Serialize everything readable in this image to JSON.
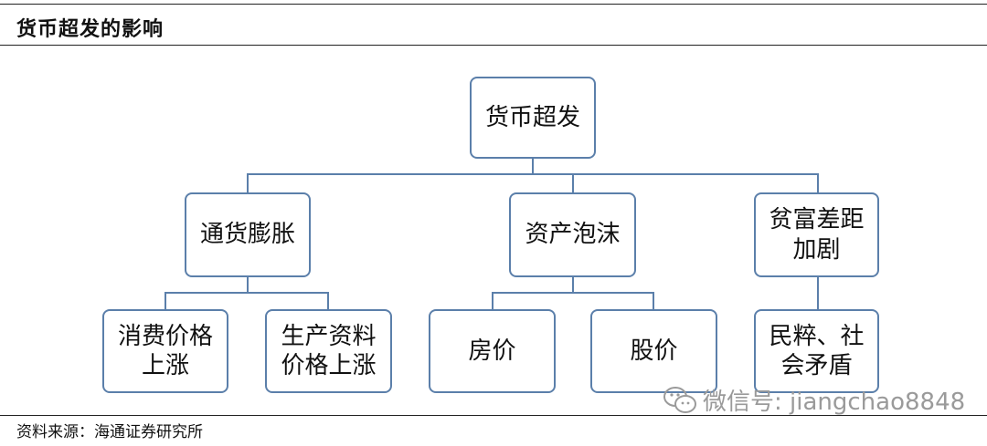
{
  "title": "货币超发的影响",
  "source": "资料来源：海通证券研究所",
  "watermark": "微信号: jiangchao8848",
  "nodes": {
    "root": "货币超发",
    "inflation": "通货膨胀",
    "bubble": "资产泡沫",
    "wealth_gap_1": "贫富差距",
    "wealth_gap_2": "加剧",
    "consumer_1": "消费价格",
    "consumer_2": "上涨",
    "producer_1": "生产资料",
    "producer_2": "价格上涨",
    "housing": "房价",
    "stocks": "股价",
    "social_1": "民粹、社",
    "social_2": "会矛盾"
  },
  "colors": {
    "box_border": "#5b7faa",
    "text": "#111111",
    "watermark": "#9a9a9a"
  }
}
